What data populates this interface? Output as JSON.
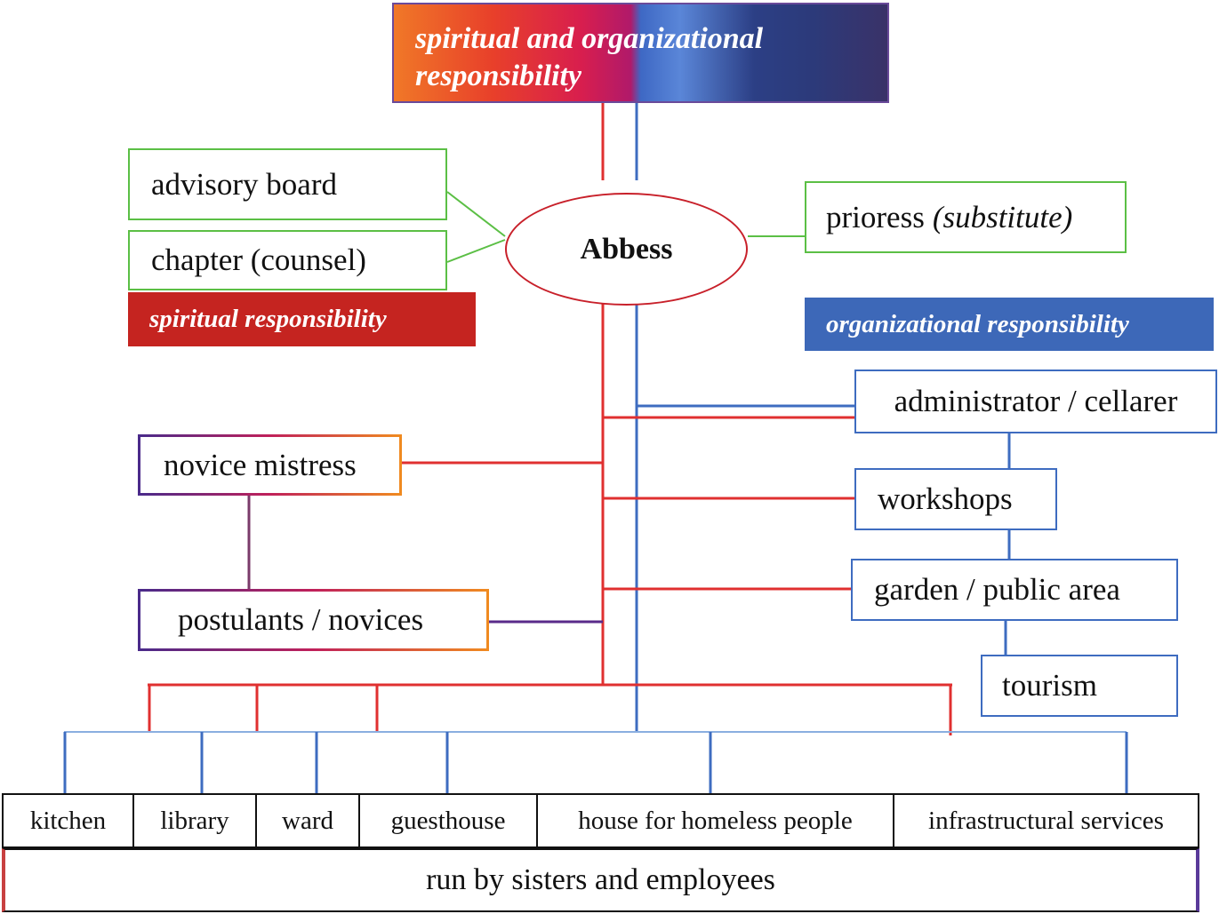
{
  "banners": {
    "top": "spiritual and organizational responsibility",
    "spiritual": "spiritual responsibility",
    "organizational": "organizational responsibility"
  },
  "center": {
    "abbess": "Abbess"
  },
  "left": {
    "advisory_board": "advisory board",
    "chapter": "chapter (counsel)",
    "novice_mistress": "novice mistress",
    "postulants": "postulants / novices"
  },
  "right": {
    "prioress": "prioress",
    "prioress_note": "(substitute)",
    "administrator": "administrator / cellarer",
    "workshops": "workshops",
    "garden": "garden / public area",
    "tourism": "tourism"
  },
  "bottom": {
    "cells": [
      "kitchen",
      "library",
      "ward",
      "guesthouse",
      "house for homeless people",
      "infrastructural services"
    ],
    "footer": "run by sisters and employees"
  },
  "colors": {
    "spiritual": "#e03030",
    "organizational": "#3e6cc0",
    "advisory": "#5bbf45",
    "mixed": "#5a2a8a"
  }
}
